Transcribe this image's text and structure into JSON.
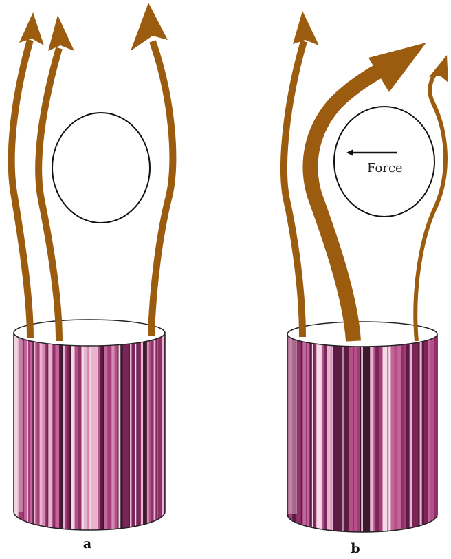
{
  "panels": {
    "a": {
      "label": "a"
    },
    "b": {
      "label": "b",
      "force_label": "Force"
    }
  },
  "colors": {
    "flow": "#9b5c0f",
    "cylinder_base": "#b04a80",
    "cylinder_dark": "#5e1d45",
    "cylinder_light": "#f0d0e0",
    "outline": "#222222"
  }
}
